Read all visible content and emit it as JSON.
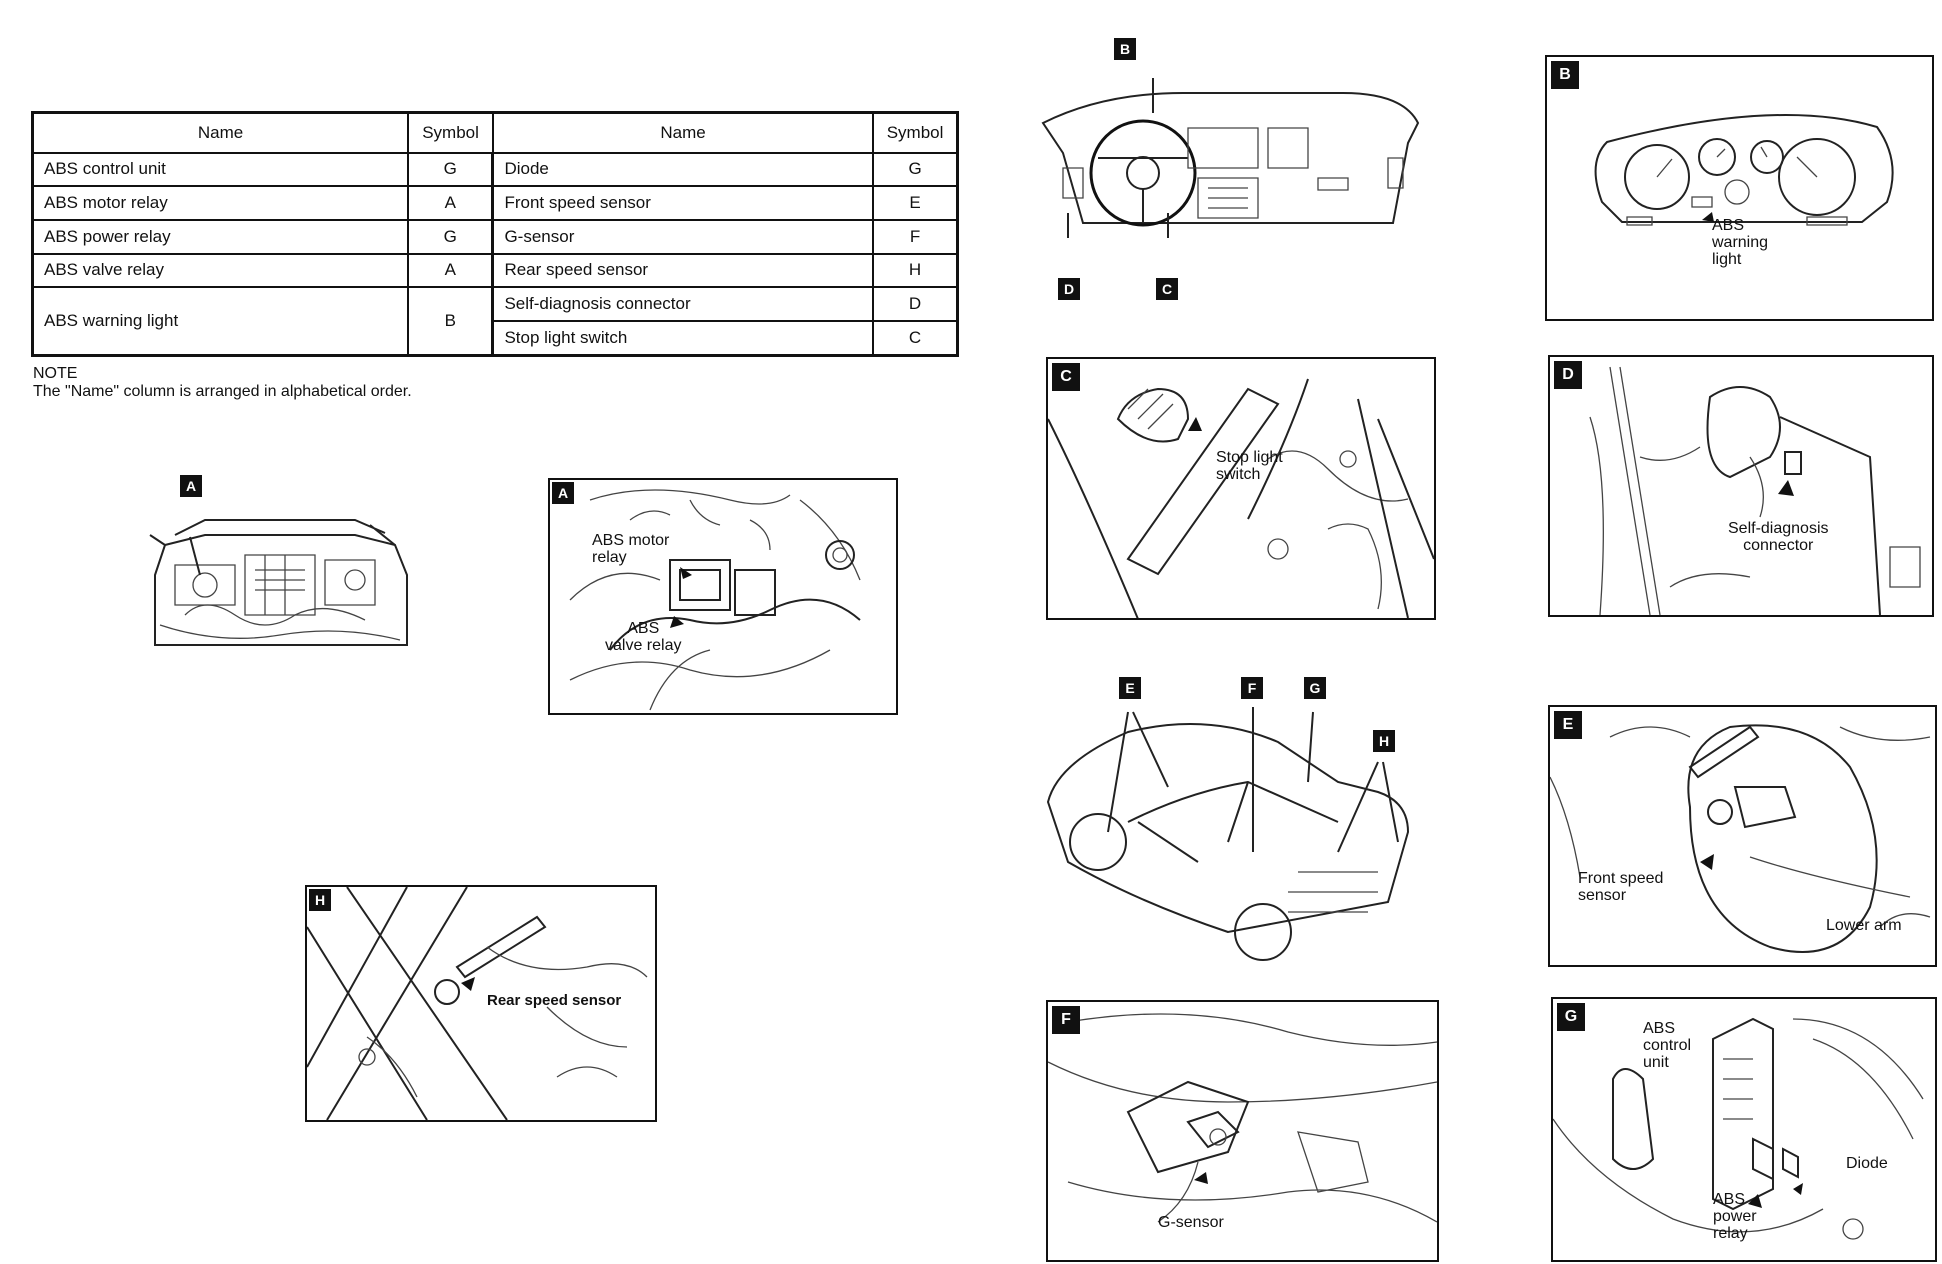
{
  "table": {
    "left_header": {
      "name": "Name",
      "symbol": "Symbol"
    },
    "right_header": {
      "name": "Name",
      "symbol": "Symbol"
    },
    "left_rows": [
      {
        "name": "ABS control unit",
        "symbol": "G"
      },
      {
        "name": "ABS motor relay",
        "symbol": "A"
      },
      {
        "name": "ABS power relay",
        "symbol": "G"
      },
      {
        "name": "ABS valve relay",
        "symbol": "A"
      },
      {
        "name": "ABS warning light",
        "symbol": "B"
      }
    ],
    "right_rows": [
      {
        "name": "Diode",
        "symbol": "G"
      },
      {
        "name": "Front speed sensor",
        "symbol": "E"
      },
      {
        "name": "G-sensor",
        "symbol": "F"
      },
      {
        "name": "Rear speed sensor",
        "symbol": "H"
      },
      {
        "name": "Self-diagnosis connector",
        "symbol": "D"
      },
      {
        "name": "Stop light switch",
        "symbol": "C"
      }
    ]
  },
  "note": {
    "title": "NOTE",
    "text": "The \"Name\" column is arranged in alphabetical order."
  },
  "figures": {
    "engine_overview": {
      "tag": "A"
    },
    "panel_a": {
      "tag": "A",
      "label_motor": "ABS motor\nrelay",
      "label_valve": "ABS\nvalve relay"
    },
    "panel_h": {
      "tag": "H",
      "label": "Rear speed sensor"
    },
    "dashboard_overview": {
      "tag_b": "B",
      "tag_d": "D",
      "tag_c": "C"
    },
    "panel_b": {
      "tag": "B",
      "label": "ABS\nwarning\nlight"
    },
    "panel_c": {
      "tag": "C",
      "label": "Stop light\nswitch"
    },
    "panel_d": {
      "tag": "D",
      "label": "Self-diagnosis\nconnector"
    },
    "car_overview": {
      "tag_e": "E",
      "tag_f": "F",
      "tag_g": "G",
      "tag_h": "H"
    },
    "panel_e": {
      "tag": "E",
      "label_sensor": "Front speed\nsensor",
      "label_arm": "Lower arm"
    },
    "panel_f": {
      "tag": "F",
      "label": "G-sensor"
    },
    "panel_g": {
      "tag": "G",
      "label_control": "ABS\ncontrol\nunit",
      "label_diode": "Diode",
      "label_power": "ABS\npower\nrelay"
    }
  }
}
